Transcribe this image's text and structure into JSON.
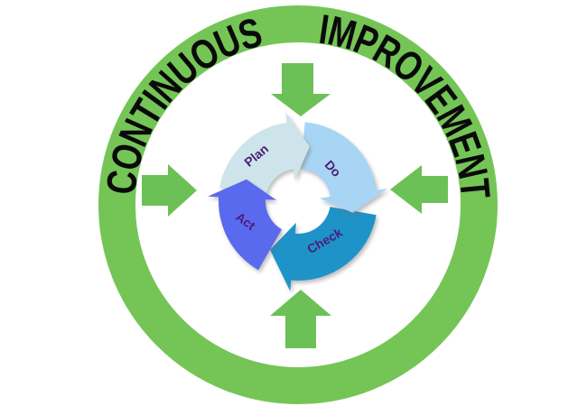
{
  "diagram": {
    "outer_title": {
      "word1": "CONTINUOUS",
      "word2": "IMPROVEMENT",
      "text_color": "#0a0a0a"
    },
    "ring_color": "#74c556",
    "arrow_color": "#6cc156",
    "background_color": "#ffffff",
    "pdca": {
      "label_color": "#4a1d78",
      "flow": "clockwise",
      "segments": [
        {
          "id": "plan",
          "label": "Plan",
          "color": "#cde5ea"
        },
        {
          "id": "do",
          "label": "Do",
          "color": "#a9d5f5"
        },
        {
          "id": "check",
          "label": "Check",
          "color": "#1e93c8"
        },
        {
          "id": "act",
          "label": "Act",
          "color": "#5a6aee"
        }
      ]
    }
  }
}
